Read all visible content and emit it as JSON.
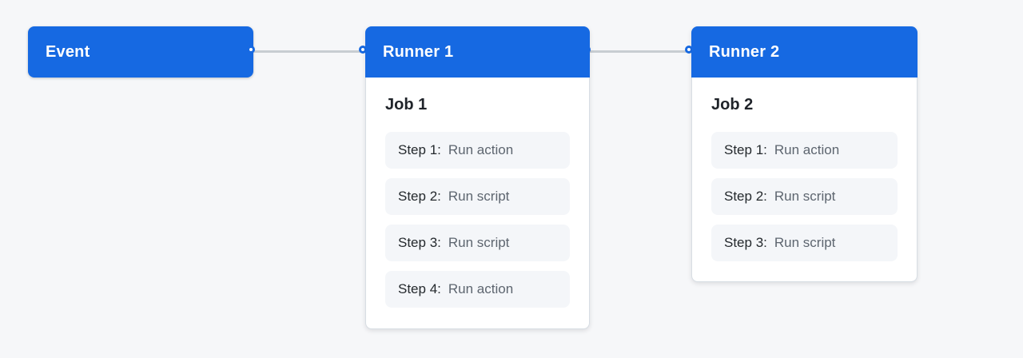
{
  "colors": {
    "accent_blue": "#1669e2",
    "page_background": "#f6f7f9",
    "card_background": "#ffffff",
    "card_border": "#d8dee4",
    "step_background": "#f4f6f9",
    "connector_line": "#c8cdd2",
    "title_text": "#1f2329",
    "secondary_text": "#5d656f"
  },
  "event": {
    "label": "Event"
  },
  "runners": [
    {
      "label": "Runner 1",
      "job": {
        "title": "Job 1",
        "steps": [
          {
            "name": "Step 1:",
            "value": "Run action"
          },
          {
            "name": "Step 2:",
            "value": "Run script"
          },
          {
            "name": "Step 3:",
            "value": "Run script"
          },
          {
            "name": "Step 4:",
            "value": "Run action"
          }
        ]
      }
    },
    {
      "label": "Runner 2",
      "job": {
        "title": "Job 2",
        "steps": [
          {
            "name": "Step 1:",
            "value": "Run action"
          },
          {
            "name": "Step 2:",
            "value": "Run script"
          },
          {
            "name": "Step 3:",
            "value": "Run script"
          }
        ]
      }
    }
  ],
  "connections": [
    {
      "from": "event",
      "to": "runner-1"
    },
    {
      "from": "runner-1",
      "to": "runner-2"
    }
  ]
}
